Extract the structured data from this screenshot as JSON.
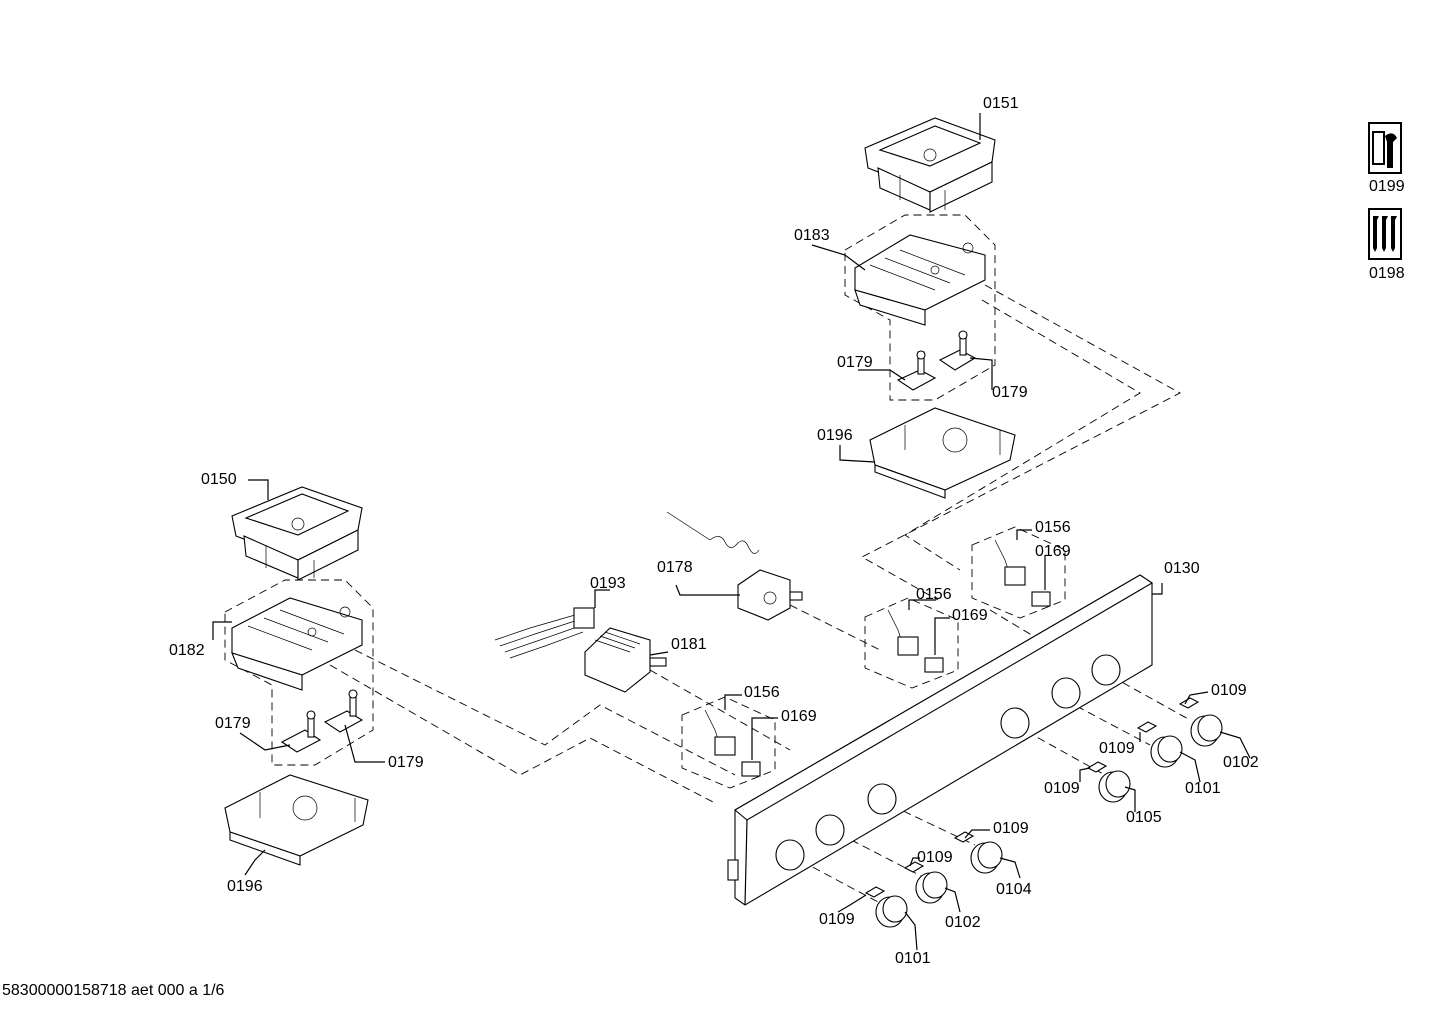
{
  "labels": {
    "l0151": "0151",
    "l0199": "0199",
    "l0198": "0198",
    "l0183": "0183",
    "l0179a": "0179",
    "l0179b": "0179",
    "l0196a": "0196",
    "l0150": "0150",
    "l0156a": "0156",
    "l0169a": "0169",
    "l0178": "0178",
    "l0193": "0193",
    "l0156b": "0156",
    "l0169b": "0169",
    "l0130": "0130",
    "l0182": "0182",
    "l0181": "0181",
    "l0156c": "0156",
    "l0169c": "0169",
    "l0109a": "0109",
    "l0179c": "0179",
    "l0179d": "0179",
    "l0109b": "0109",
    "l0102a": "0102",
    "l0109c": "0109",
    "l0101a": "0101",
    "l0105": "0105",
    "l0109d": "0109",
    "l0109e": "0109",
    "l0104": "0104",
    "l0196b": "0196",
    "l0102b": "0102",
    "l0109f": "0109",
    "l0101b": "0101"
  },
  "footer": "58300000158718 aet 000 a 1/6",
  "icons": [
    "wrench-toolbox-icon",
    "screws-icon"
  ]
}
